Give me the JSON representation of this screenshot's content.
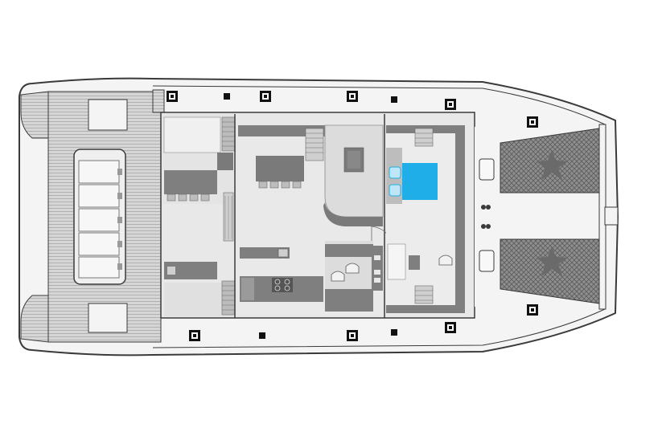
{
  "plan": {
    "view": "deck-plan-top",
    "colors": {
      "background": "#ffffff",
      "hull_fill": "#f2f2f2",
      "hull_stroke": "#3a3a3a",
      "deck_teak": "#cfcfcf",
      "deck_line": "#b4b4b4",
      "saloon_floor": "#e9e9e9",
      "room_floor": "#dedede",
      "furniture": "#8a8a8a",
      "furniture_light": "#bdbdbd",
      "trampoline": "#9a9a9a",
      "bed_accent": "#1faee8",
      "pillow": "#bfe6f8",
      "hatch": "#111111"
    },
    "hatches": [
      {
        "name": "hatch-top-1",
        "size": "large"
      },
      {
        "name": "hatch-top-2",
        "size": "small"
      },
      {
        "name": "hatch-top-3",
        "size": "large"
      },
      {
        "name": "hatch-top-4",
        "size": "large"
      },
      {
        "name": "hatch-top-5",
        "size": "small"
      },
      {
        "name": "hatch-top-6",
        "size": "large"
      },
      {
        "name": "hatch-bottom-1",
        "size": "large"
      },
      {
        "name": "hatch-bottom-2",
        "size": "small"
      },
      {
        "name": "hatch-bottom-3",
        "size": "large"
      },
      {
        "name": "hatch-bottom-4",
        "size": "small"
      },
      {
        "name": "hatch-bottom-5",
        "size": "large"
      },
      {
        "name": "hatch-bow-top",
        "size": "large"
      },
      {
        "name": "hatch-bow-bottom",
        "size": "large"
      }
    ]
  }
}
